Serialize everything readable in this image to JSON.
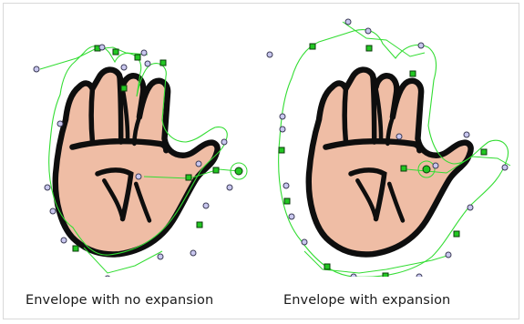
{
  "captions": {
    "left": "Envelope with no expansion",
    "right": "Envelope with expansion"
  },
  "colors": {
    "skin": "#efbda5",
    "outline": "#0e0e0e",
    "envelope": "#33dd33",
    "deformation_node": "#22c722",
    "control_point": "#c9c7ef"
  },
  "panels": [
    {
      "name": "no-expansion",
      "envelope_expansion": false
    },
    {
      "name": "with-expansion",
      "envelope_expansion": true
    }
  ]
}
